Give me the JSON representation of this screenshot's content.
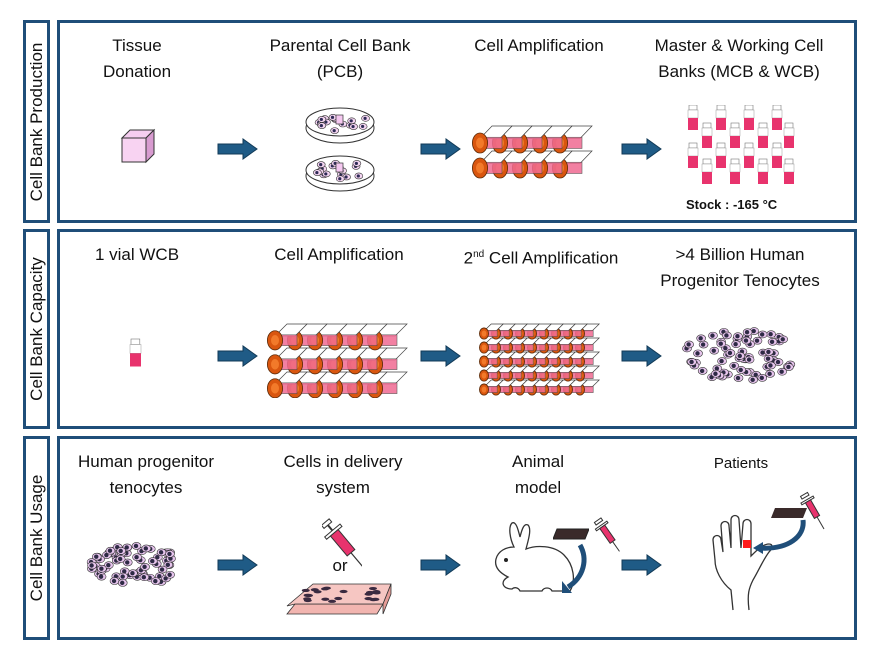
{
  "rows": [
    {
      "side_label": "Cell Bank Production",
      "steps": [
        {
          "label_line1": "Tissue",
          "label_line2": "Donation",
          "icon": "tissue-cube"
        },
        {
          "label_line1": "Parental Cell Bank",
          "label_line2": "(PCB)",
          "icon": "petri-dishes"
        },
        {
          "label_line1": "Cell Amplification",
          "label_line2": "",
          "icon": "culture-flasks"
        },
        {
          "label_line1": "Master & Working Cell",
          "label_line2": "Banks (MCB & WCB)",
          "icon": "vials",
          "note": "Stock : -165 °C"
        }
      ]
    },
    {
      "side_label": "Cell Bank Capacity",
      "steps": [
        {
          "label_line1": "1 vial WCB",
          "label_line2": "",
          "icon": "single-vial"
        },
        {
          "label_line1": "Cell Amplification",
          "label_line2": "",
          "icon": "culture-flasks"
        },
        {
          "label_prefix": "2",
          "label_sup": "nd",
          "label_rest": " Cell Amplification",
          "icon": "culture-flasks-large"
        },
        {
          "label_line1": ">4 Billion Human",
          "label_line2": "Progenitor Tenocytes",
          "icon": "cell-cluster"
        }
      ]
    },
    {
      "side_label": "Cell Bank Usage",
      "steps": [
        {
          "label_line1": "Human progenitor",
          "label_line2": "tenocytes",
          "icon": "cell-cluster"
        },
        {
          "label_line1": "Cells in delivery",
          "label_line2": "system",
          "icon": "syringe-or-scaffold",
          "or_text": "or"
        },
        {
          "label_line1": "Animal",
          "label_line2": "model",
          "icon": "rabbit"
        },
        {
          "label_line1": "Patients",
          "label_line2": "",
          "icon": "hand"
        }
      ]
    }
  ],
  "colors": {
    "border": "#1f4e79",
    "arrow": "#1f5b86",
    "pink": "#e8336d",
    "flask_cap": "#d9560f",
    "cell": "#3a2a4a"
  }
}
